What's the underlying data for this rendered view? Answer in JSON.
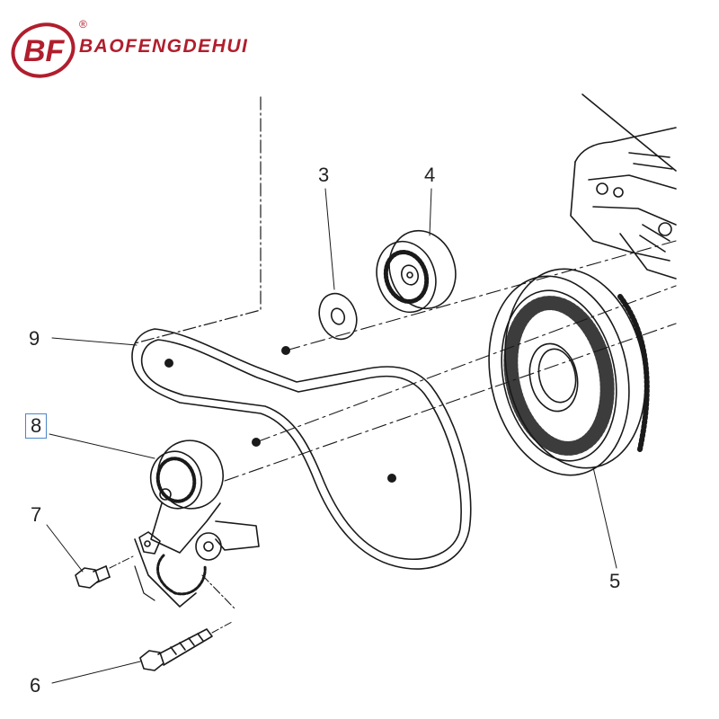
{
  "brand": {
    "name": "BAOFENGDEHUI",
    "registered_mark": "®",
    "logo_letters": "BF",
    "logo_color": "#b01e2d"
  },
  "callouts": [
    {
      "label": "3",
      "part": "washer"
    },
    {
      "label": "4",
      "part": "idler-pulley"
    },
    {
      "label": "9",
      "part": "serpentine-belt"
    },
    {
      "label": "8",
      "part": "belt-tensioner",
      "highlighted": true
    },
    {
      "label": "7",
      "part": "short-bolt"
    },
    {
      "label": "6",
      "part": "long-bolt"
    },
    {
      "label": "5",
      "part": "crankshaft-pulley"
    }
  ],
  "colors": {
    "line": "#1a1a1a",
    "highlight_box": "#4a86c8",
    "background": "#ffffff"
  }
}
